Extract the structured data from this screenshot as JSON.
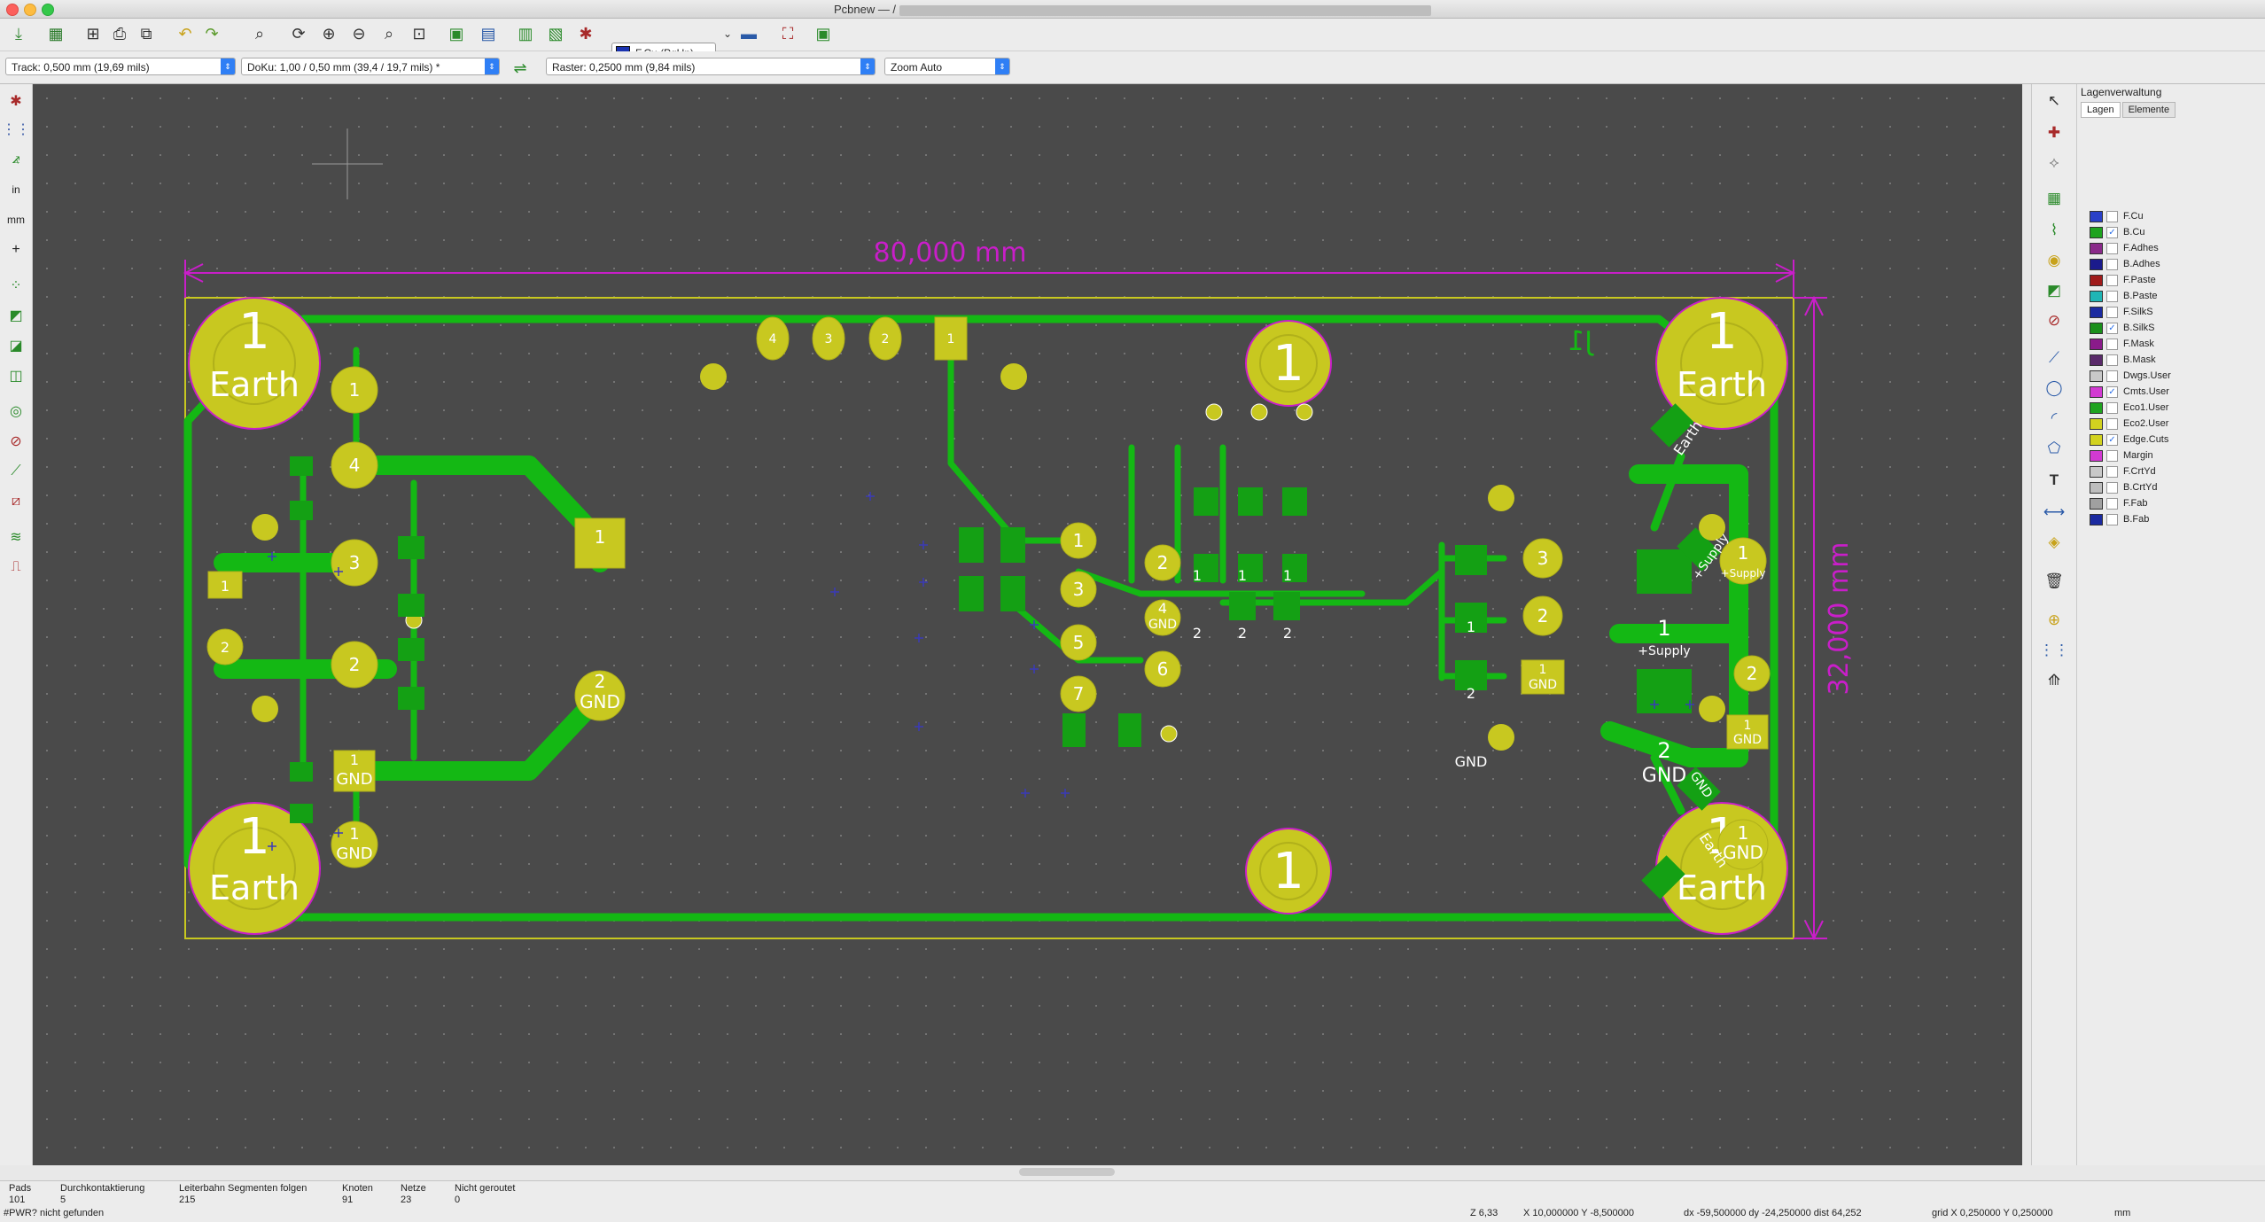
{
  "window": {
    "title": "Pcbnew — /"
  },
  "toolbar_top": {
    "active_layer": "F.Cu (PgUp)",
    "layer_color": "#1a33b0"
  },
  "toolbar_options": {
    "track": "Track: 0,500 mm (19,69 mils)",
    "via": "DoKu: 1,00 / 0,50 mm (39,4 / 19,7 mils) *",
    "grid": "Raster: 0,2500 mm (9,84 mils)",
    "zoom": "Zoom Auto"
  },
  "board": {
    "dim_horizontal": "80,000 mm",
    "dim_vertical": "32,000 mm",
    "ref_flipped": "J1",
    "mount_number": "1",
    "mount_label": "Earth",
    "pads": {
      "p1": "1",
      "p2": "2",
      "p3": "3",
      "p4": "4",
      "p5": "5",
      "p6": "6",
      "p7": "7",
      "gnd": "GND",
      "supply": "+Supply",
      "earth": "Earth"
    }
  },
  "layer_panel": {
    "title": "Lagenverwaltung",
    "tabs": [
      "Lagen",
      "Elemente"
    ],
    "layers": [
      {
        "name": "F.Cu",
        "color": "#2a40c8",
        "checked": false
      },
      {
        "name": "B.Cu",
        "color": "#1fa31f",
        "checked": true
      },
      {
        "name": "F.Adhes",
        "color": "#8a2a8a",
        "checked": false
      },
      {
        "name": "B.Adhes",
        "color": "#1b1b8c",
        "checked": false
      },
      {
        "name": "F.Paste",
        "color": "#a01b1b",
        "checked": false
      },
      {
        "name": "B.Paste",
        "color": "#20b5b5",
        "checked": false
      },
      {
        "name": "F.SilkS",
        "color": "#1b2aa0",
        "checked": false
      },
      {
        "name": "B.SilkS",
        "color": "#1a8f1a",
        "checked": true
      },
      {
        "name": "F.Mask",
        "color": "#8a1b8a",
        "checked": false
      },
      {
        "name": "B.Mask",
        "color": "#5a2a6a",
        "checked": false
      },
      {
        "name": "Dwgs.User",
        "color": "#c8c8c8",
        "checked": false
      },
      {
        "name": "Cmts.User",
        "color": "#d23ad2",
        "checked": true
      },
      {
        "name": "Eco1.User",
        "color": "#1fa31f",
        "checked": false
      },
      {
        "name": "Eco2.User",
        "color": "#d2d21f",
        "checked": false
      },
      {
        "name": "Edge.Cuts",
        "color": "#d2d21f",
        "checked": true
      },
      {
        "name": "Margin",
        "color": "#d23ad2",
        "checked": false
      },
      {
        "name": "F.CrtYd",
        "color": "#c8c8c8",
        "checked": false
      },
      {
        "name": "B.CrtYd",
        "color": "#bdbdbd",
        "checked": false
      },
      {
        "name": "F.Fab",
        "color": "#a0a0a0",
        "checked": false
      },
      {
        "name": "B.Fab",
        "color": "#1b2aa0",
        "checked": false
      }
    ]
  },
  "status": {
    "pads_label": "Pads",
    "pads_value": "101",
    "vias_label": "Durchkontaktierung",
    "vias_value": "5",
    "segments_label": "Leiterbahn Segmenten folgen",
    "segments_value": "215",
    "nodes_label": "Knoten",
    "nodes_value": "91",
    "nets_label": "Netze",
    "nets_value": "23",
    "unrouted_label": "Nicht geroutet",
    "unrouted_value": "0",
    "message": "#PWR? nicht gefunden",
    "zoom": "Z 6,33",
    "xy": "X 10,000000  Y -8,500000",
    "delta": "dx -59,500000  dy -24,250000  dist 64,252",
    "grid": "grid X 0,250000  Y 0,250000",
    "units": "mm"
  }
}
